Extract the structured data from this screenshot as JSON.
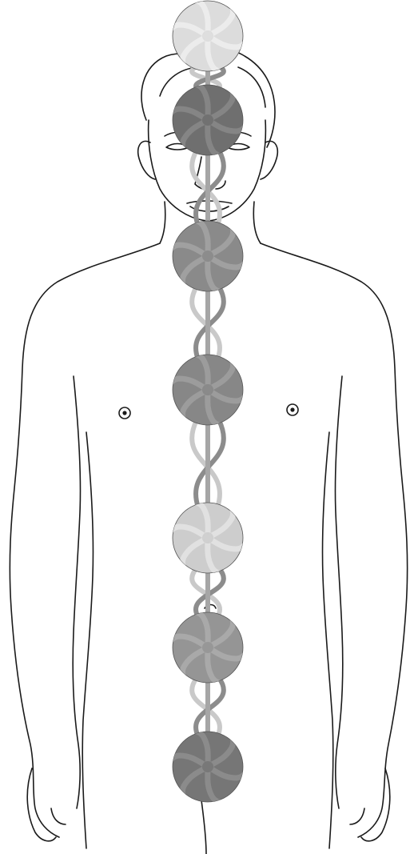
{
  "figure": {
    "background": "#ffffff",
    "outline_color": "#1a1a1a",
    "energy_channels": {
      "colors": [
        "#c9c9c9",
        "#8c8c8c",
        "#a6a6a6"
      ]
    },
    "centers": [
      {
        "id": "crown",
        "shade": "light",
        "fill": "#dcdcdc",
        "swirl": "#efefef"
      },
      {
        "id": "third-eye",
        "shade": "dark",
        "fill": "#6f6f6f",
        "swirl": "#8a8a8a"
      },
      {
        "id": "throat",
        "shade": "medium",
        "fill": "#8a8a8a",
        "swirl": "#a3a3a3"
      },
      {
        "id": "heart",
        "shade": "medium",
        "fill": "#878787",
        "swirl": "#a0a0a0"
      },
      {
        "id": "solar-plexus",
        "shade": "light",
        "fill": "#cdcdcd",
        "swirl": "#e4e4e4"
      },
      {
        "id": "sacral",
        "shade": "medium",
        "fill": "#959595",
        "swirl": "#adadad"
      },
      {
        "id": "root",
        "shade": "dark",
        "fill": "#767676",
        "swirl": "#8f8f8f"
      }
    ]
  }
}
